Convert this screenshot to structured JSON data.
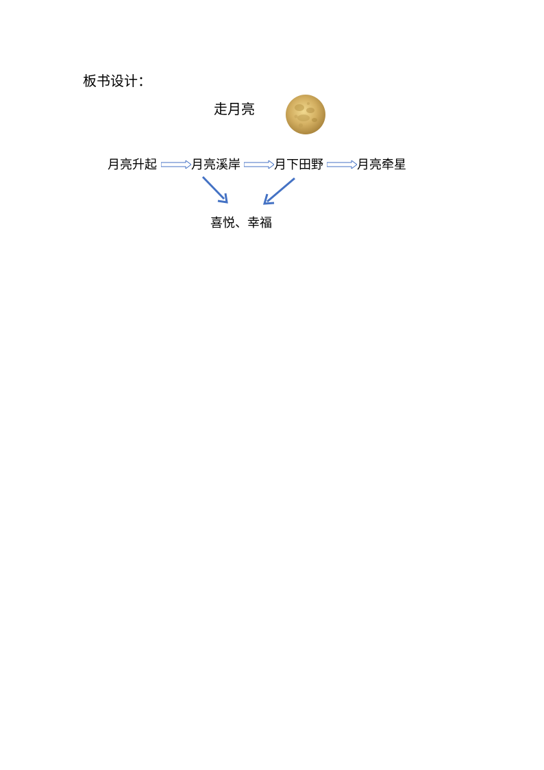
{
  "board": {
    "heading": "板书设计：",
    "title": "走月亮",
    "moon_icon": "full-moon-picture",
    "steps": [
      "月亮升起",
      "月亮溪岸",
      "月下田野",
      "月亮牵星"
    ],
    "result": "喜悦、幸福",
    "arrow_color": "#4472c4"
  }
}
